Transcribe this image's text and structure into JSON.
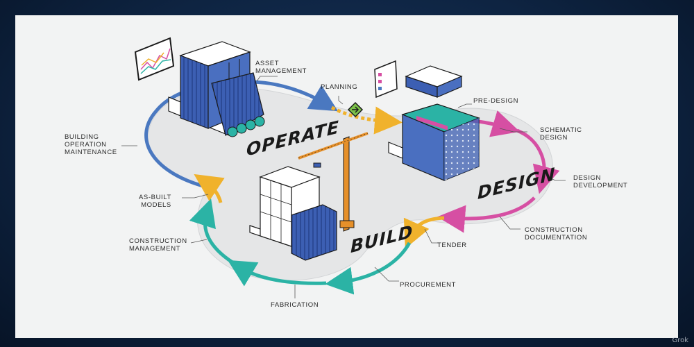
{
  "stages": {
    "operate": "OPERATE",
    "build": "BUILD",
    "design": "DESIGN"
  },
  "labels": {
    "asset_management": "ASSET\nMANAGEMENT",
    "planning": "PLANNING",
    "pre_design": "PRE-DESIGN",
    "schematic_design": "SCHEMATIC\nDESIGN",
    "design_development": "DESIGN\nDEVELOPMENT",
    "construction_documentation": "CONSTRUCTION\nDOCUMENTATION",
    "tender": "TENDER",
    "procurement": "PROCUREMENT",
    "fabrication": "FABRICATION",
    "construction_management": "CONSTRUCTION\nMANAGEMENT",
    "as_built_models": "AS-BUILT\nMODELS",
    "building_operation_maintenance": "BUILDING\nOPERATION\nMAINTENANCE"
  },
  "watermark": "Grok",
  "colors": {
    "operate_arrow": "#4a78c0",
    "planning_arrow": "#f0b22c",
    "design_arrow": "#d64fa3",
    "build_arrow": "#2bb3a5",
    "building_blue": "#3c5fb3",
    "crane": "#e6902a",
    "background": "#0e2442",
    "panel": "#f2f3f3"
  }
}
